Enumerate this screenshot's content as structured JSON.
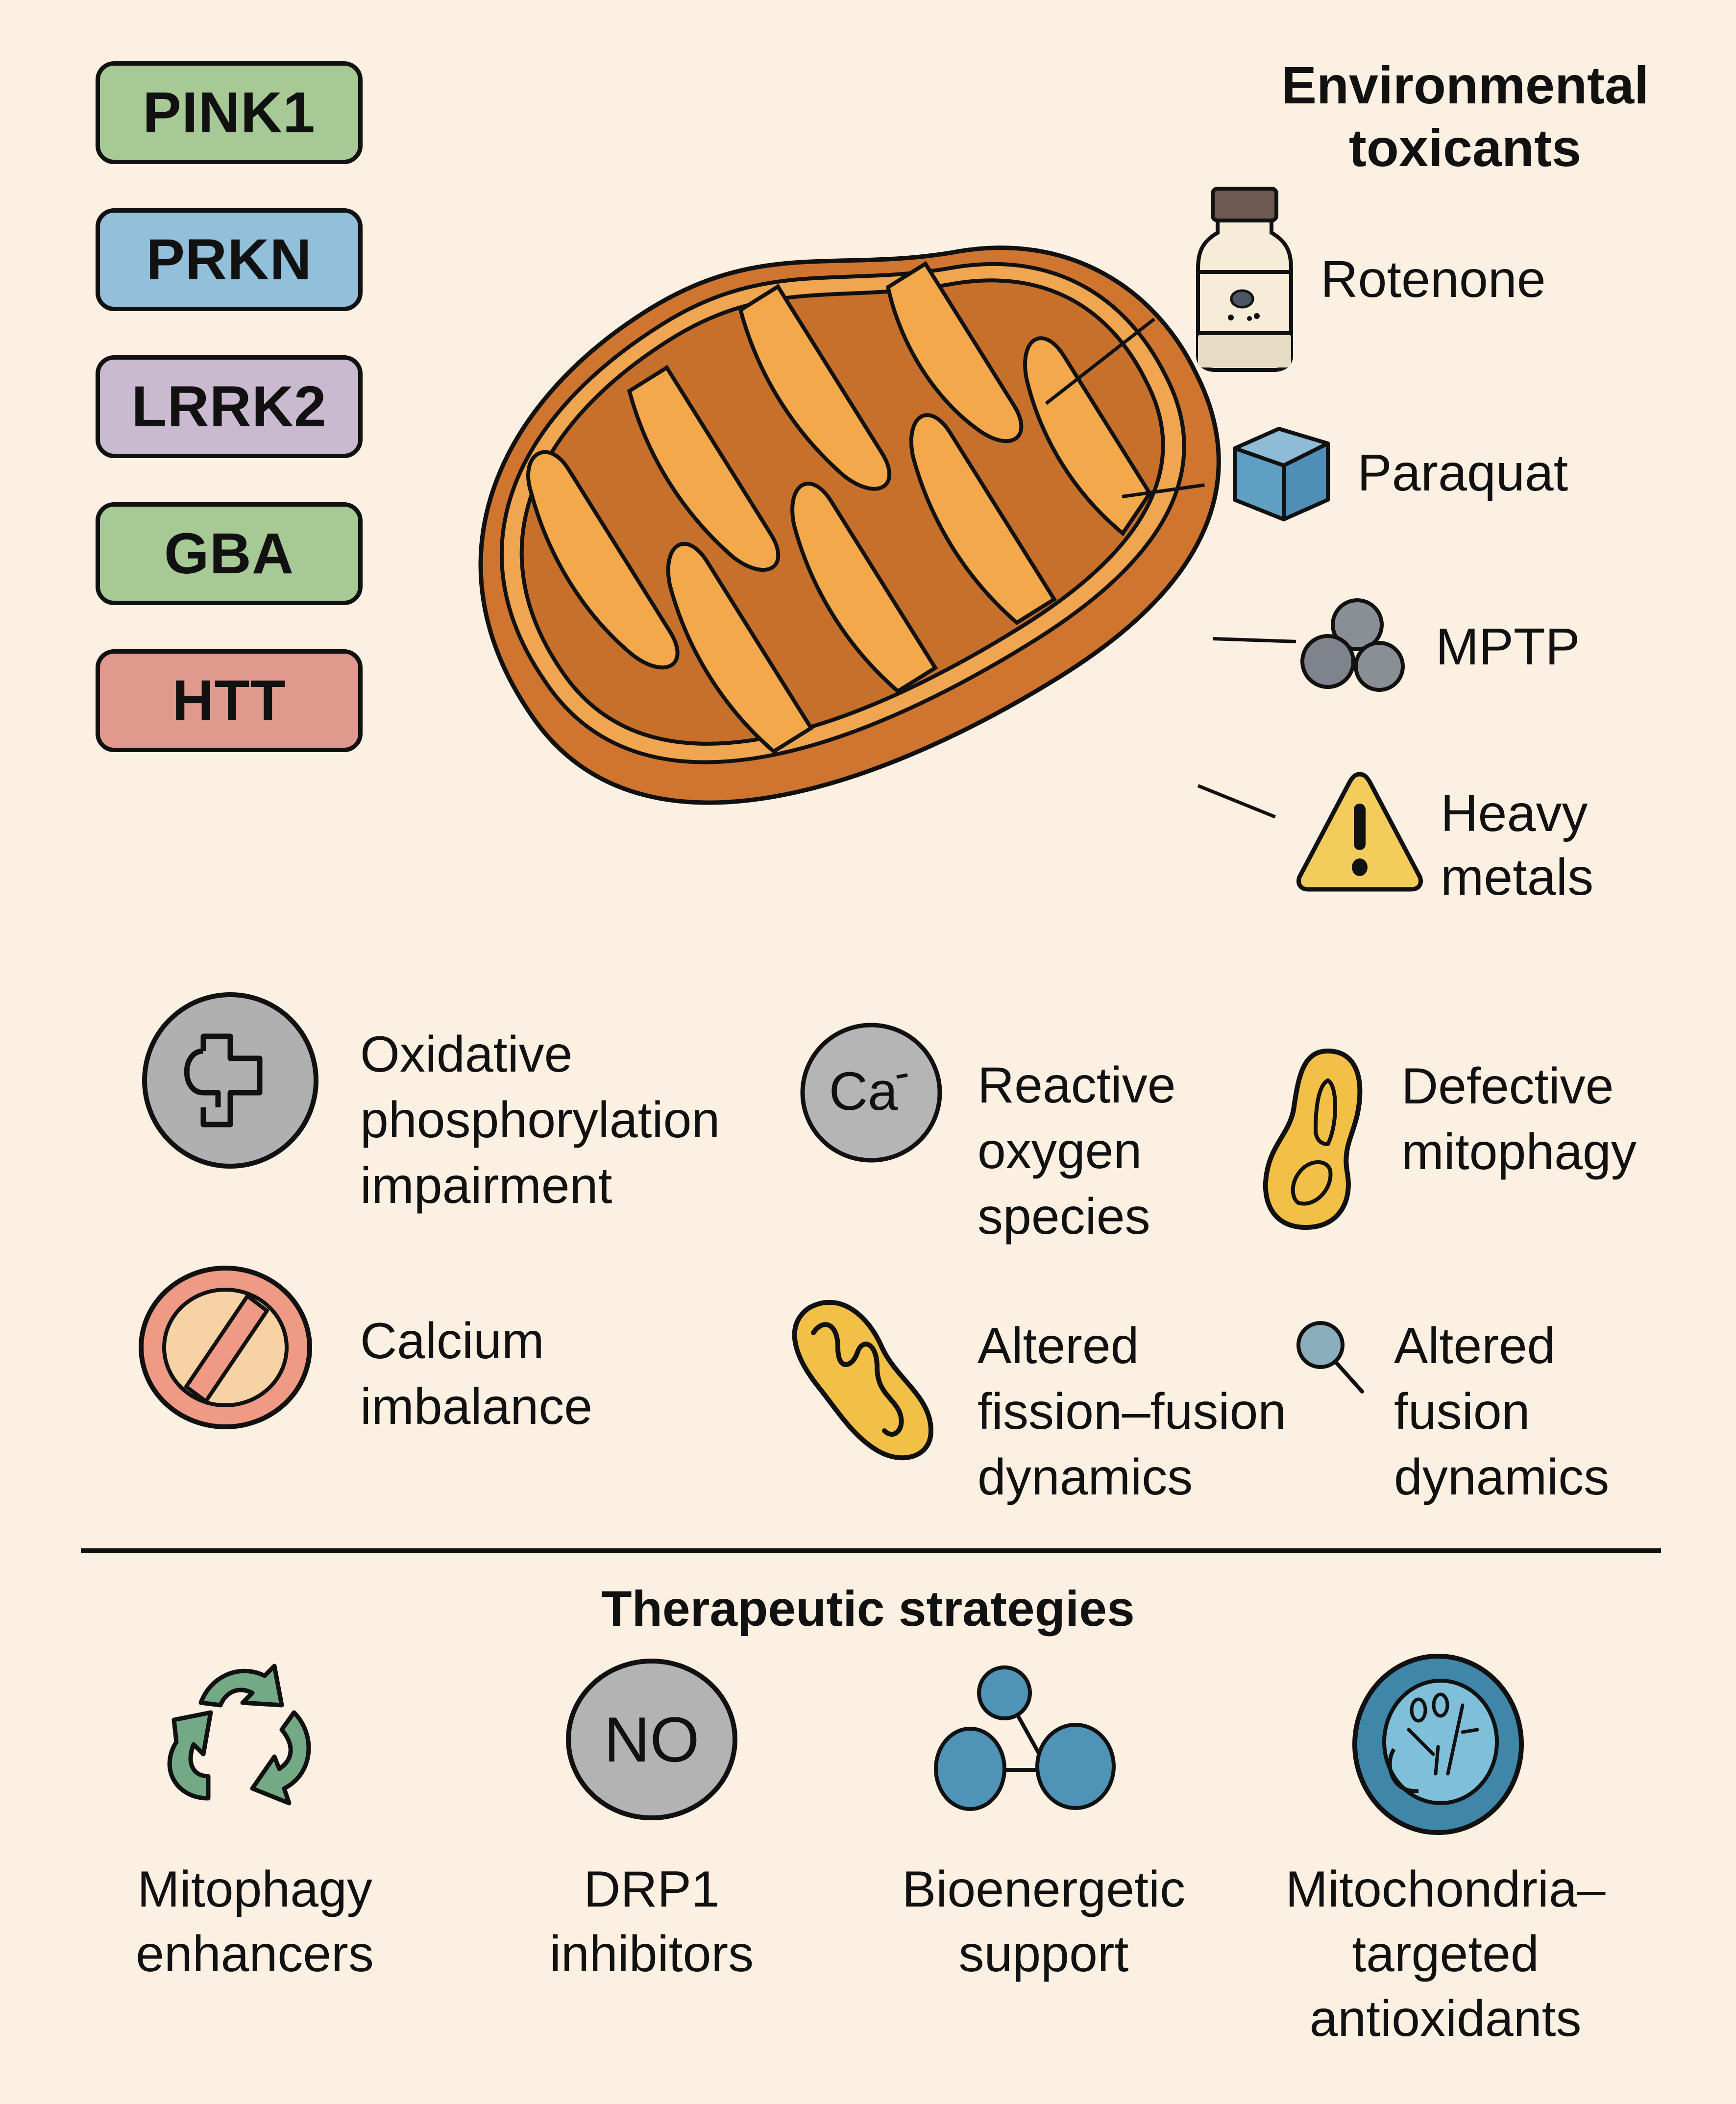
{
  "genes": {
    "title": "",
    "items": [
      {
        "label": "PINK1",
        "color": "#a6c995"
      },
      {
        "label": "PRKN",
        "color": "#92bfd9"
      },
      {
        "label": "LRRK2",
        "color": "#c9bad0"
      },
      {
        "label": "GBA",
        "color": "#a6c995"
      },
      {
        "label": "HTT",
        "color": "#e09a8d"
      }
    ]
  },
  "organelle": {
    "icon": "mitochondrion-illustration",
    "outer_color": "#d0762f",
    "membrane_color": "#f0a550",
    "matrix_color": "#c8702a",
    "cristae_color": "#f3a84c"
  },
  "toxicants": {
    "title_line1": "Environmental",
    "title_line2": "toxicants",
    "items": [
      {
        "label": "Rotenone",
        "icon": "bottle-icon"
      },
      {
        "label": "Paraquat",
        "icon": "cube-icon"
      },
      {
        "label": "MPTP",
        "icon": "molecule-cluster-icon"
      },
      {
        "label_line1": "Heavy",
        "label_line2": "metals",
        "icon": "warning-icon"
      }
    ]
  },
  "mechanisms": {
    "items": [
      {
        "lines": [
          "Oxidative",
          "phosphorylation",
          "impairment"
        ],
        "icon": "oxphos-icon",
        "color": "#b0b0b0"
      },
      {
        "lines": [
          "Reactive",
          "oxygen",
          "species"
        ],
        "icon": "calcium-ion-icon",
        "icon_text": "Ca",
        "color": "#b5b5b5"
      },
      {
        "lines": [
          "Defective",
          "mitophagy"
        ],
        "icon": "defective-mitochondrion-icon",
        "color": "#f2c046"
      },
      {
        "lines": [
          "Calcium",
          "imbalance"
        ],
        "icon": "prohibited-icon",
        "color": "#ee9a85"
      },
      {
        "lines": [
          "Altered",
          "fission–fusion",
          "dynamics"
        ],
        "icon": "mitochondrion-icon",
        "color": "#f2c046"
      },
      {
        "lines": [
          "Altered",
          "fusion",
          "dynamics"
        ],
        "icon": "magnifier-icon",
        "color": "#8aaebb"
      }
    ]
  },
  "therapy": {
    "title": "Therapeutic strategies",
    "items": [
      {
        "lines": [
          "Mitophagy",
          "enhancers"
        ],
        "icon": "recycle-icon",
        "color": "#74a985"
      },
      {
        "lines": [
          "DRP1",
          "inhibitors"
        ],
        "icon": "no-badge-icon",
        "icon_text": "NO",
        "color": "#b3b3b3"
      },
      {
        "lines": [
          "Bioenergetic",
          "support"
        ],
        "icon": "molecule-icon",
        "color": "#4f93b6"
      },
      {
        "lines": [
          "Mitochondria–",
          "targeted",
          "antioxidants"
        ],
        "icon": "antioxidant-cell-icon",
        "color": "#3f86a8"
      }
    ]
  }
}
